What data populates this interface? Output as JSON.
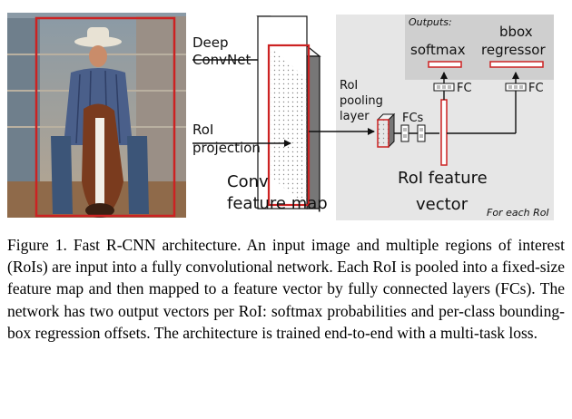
{
  "diagram": {
    "labels": {
      "deep_convnet": [
        "Deep",
        "ConvNet"
      ],
      "roi_projection": [
        "RoI",
        "projection"
      ],
      "conv_feature_map": [
        "Conv",
        "feature map"
      ],
      "roi_pooling_layer": [
        "RoI",
        "pooling",
        "layer"
      ],
      "fcs": "FCs",
      "roi_feature_vector": [
        "RoI feature",
        "vector"
      ],
      "outputs": "Outputs:",
      "softmax": "softmax",
      "bbox_regressor": [
        "bbox",
        "regressor"
      ],
      "fc_left": "FC",
      "fc_right": "FC",
      "for_each_roi": "For each RoI"
    },
    "colors": {
      "roi_box": "#cc2222",
      "panel_bg": "#e6e6e6",
      "outputs_bg": "#cfcfcf",
      "line": "#111111"
    }
  },
  "caption": "Figure 1. Fast R-CNN architecture. An input image and multiple regions of interest (RoIs) are input into a fully convolutional network. Each RoI is pooled into a fixed-size feature map and then mapped to a feature vector by fully connected layers (FCs). The network has two output vectors per RoI: softmax probabilities and per-class bounding-box regression offsets. The architecture is trained end-to-end with a multi-task loss."
}
